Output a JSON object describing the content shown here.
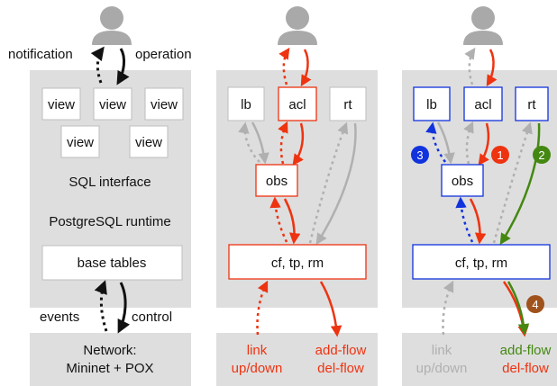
{
  "panel1": {
    "notification": "notification",
    "operation": "operation",
    "views": [
      "view",
      "view",
      "view",
      "view",
      "view"
    ],
    "sql_interface": "SQL interface",
    "runtime": "PostgreSQL runtime",
    "base_tables": "base tables",
    "events": "events",
    "control": "control",
    "network_line1": "Network:",
    "network_line2": "Mininet + POX"
  },
  "panel2": {
    "apps": [
      "lb",
      "acl",
      "rt"
    ],
    "obs": "obs",
    "core": "cf, tp, rm",
    "link_line1": "link",
    "link_line2": "up/down",
    "flow_line1": "add-flow",
    "flow_line2": "del-flow"
  },
  "panel3": {
    "apps": [
      "lb",
      "acl",
      "rt"
    ],
    "obs": "obs",
    "core": "cf, tp, rm",
    "link_line1": "link",
    "link_line2": "up/down",
    "flow_line1": "add-flow",
    "flow_line2": "del-flow",
    "badges": [
      "1",
      "2",
      "3",
      "4"
    ]
  },
  "colors": {
    "panel_bg": "#dedede",
    "red": "#ee3311",
    "blue": "#1133dd",
    "green": "#448811",
    "gray_arrow": "#b0b0b0",
    "user_icon": "#a9a9a9",
    "badge_brown": "#a0521d"
  }
}
